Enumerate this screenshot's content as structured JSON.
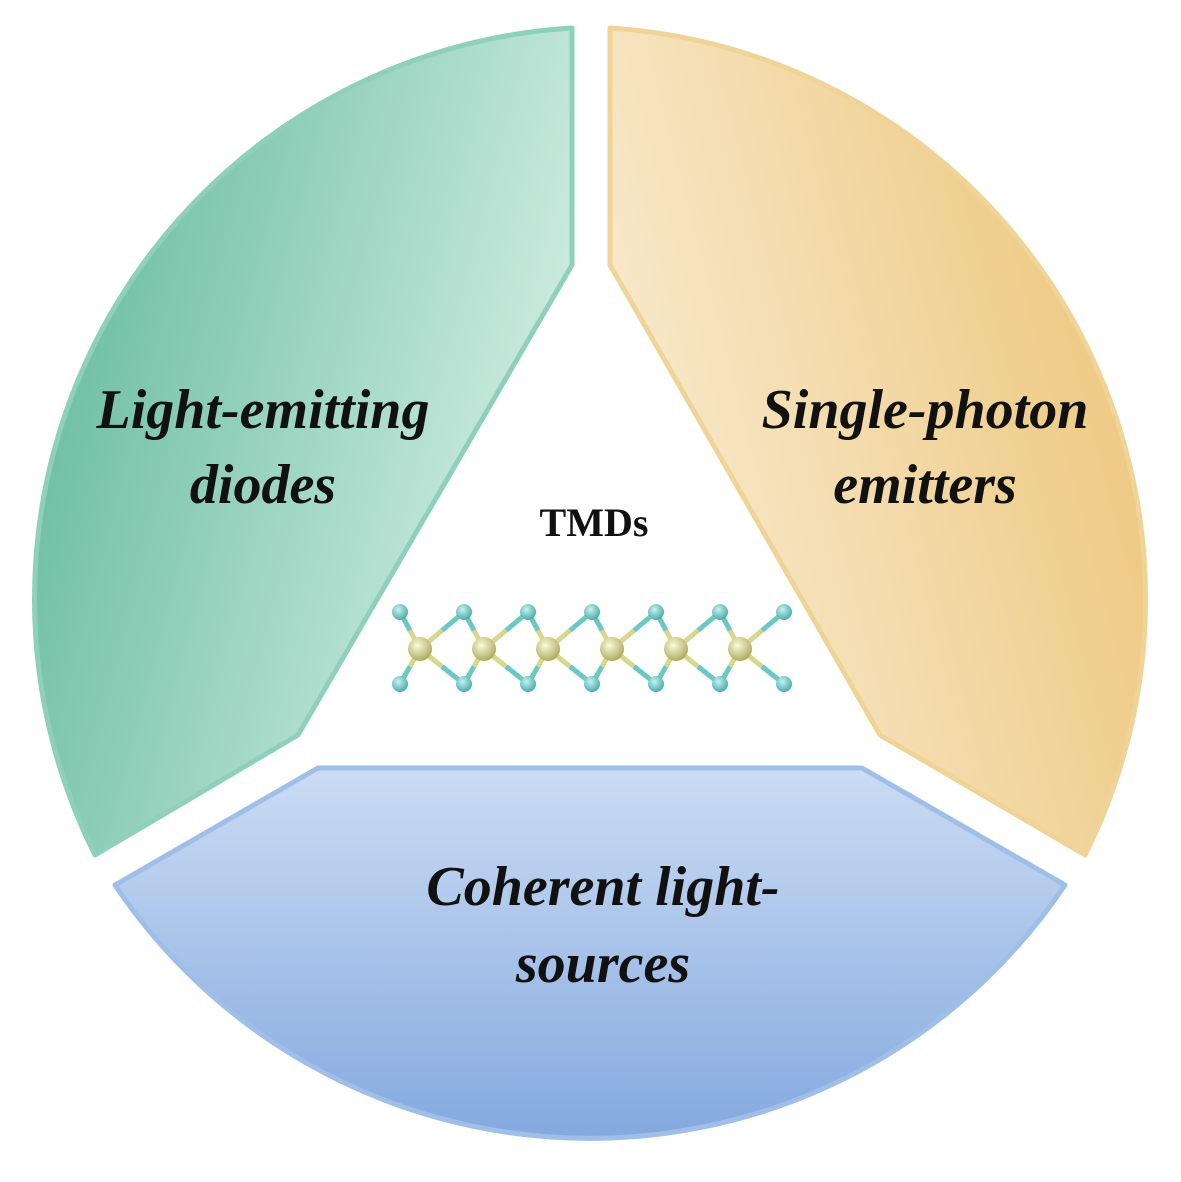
{
  "center_label": "TMDs",
  "segments": [
    {
      "name": "light-emitting-diodes",
      "lines": [
        "Light-emitting",
        "diodes"
      ],
      "color": "#7cc7b0"
    },
    {
      "name": "single-photon-emitters",
      "lines": [
        "Single-photon",
        "emitters"
      ],
      "color": "#efcd8c"
    },
    {
      "name": "coherent-light-sources",
      "lines": [
        "Coherent light-",
        "sources"
      ],
      "color": "#98b8e4"
    }
  ],
  "molecule": {
    "metal_atoms": 6,
    "chalcogen_atoms_per_row": 7,
    "metal_color": "#d8d88c",
    "chalcogen_color": "#6cc8c4"
  }
}
